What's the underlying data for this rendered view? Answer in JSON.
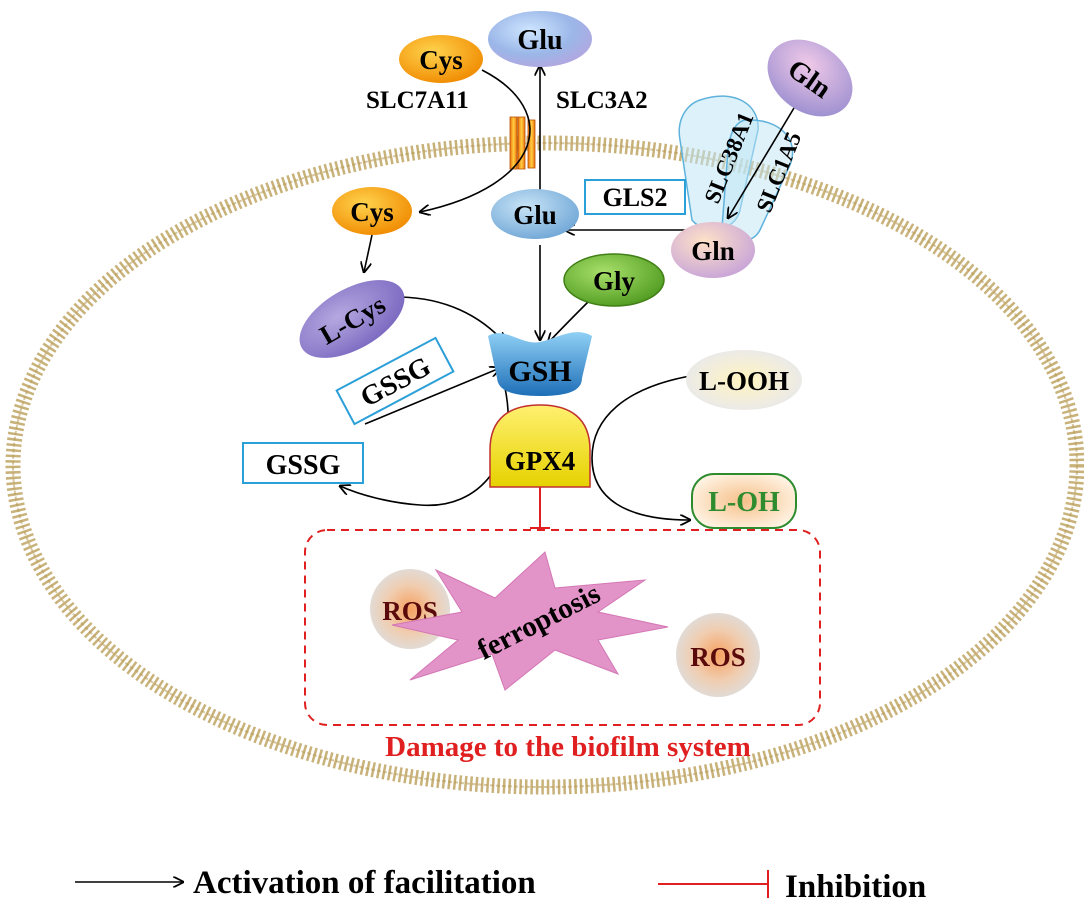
{
  "nodes": {
    "cys_out": "Cys",
    "glu_out": "Glu",
    "gln_out": "Gln",
    "cys_in": "Cys",
    "glu_in": "Glu",
    "gln_in": "Gln",
    "l_cys": "L-Cys",
    "gly": "Gly",
    "gsh": "GSH",
    "gssg_upper": "GSSG",
    "gssg_lower": "GSSG",
    "gpx4": "GPX4",
    "l_ooh": "L-OOH",
    "l_oh": "L-OH",
    "gls2": "GLS2",
    "ros_left": "ROS",
    "ros_right": "ROS",
    "ferroptosis": "ferroptosis"
  },
  "transporters": {
    "slc7a11": "SLC7A11",
    "slc3a2": "SLC3A2",
    "slc38a1": "SLC38A1",
    "slc1a5": "SLC1A5"
  },
  "damage_caption": "Damage to the biofilm system",
  "legend": {
    "activation": "Activation of facilitation",
    "inhibition": "Inhibition"
  },
  "colors": {
    "membrane": "#c8b27a",
    "inhibition": "#e02020",
    "arrow": "#000000",
    "box_outline": "#2a9fd8",
    "l_oh_text": "#2e8b2e",
    "damage_text": "#e02020",
    "ros_text": "#5a0a0a"
  }
}
